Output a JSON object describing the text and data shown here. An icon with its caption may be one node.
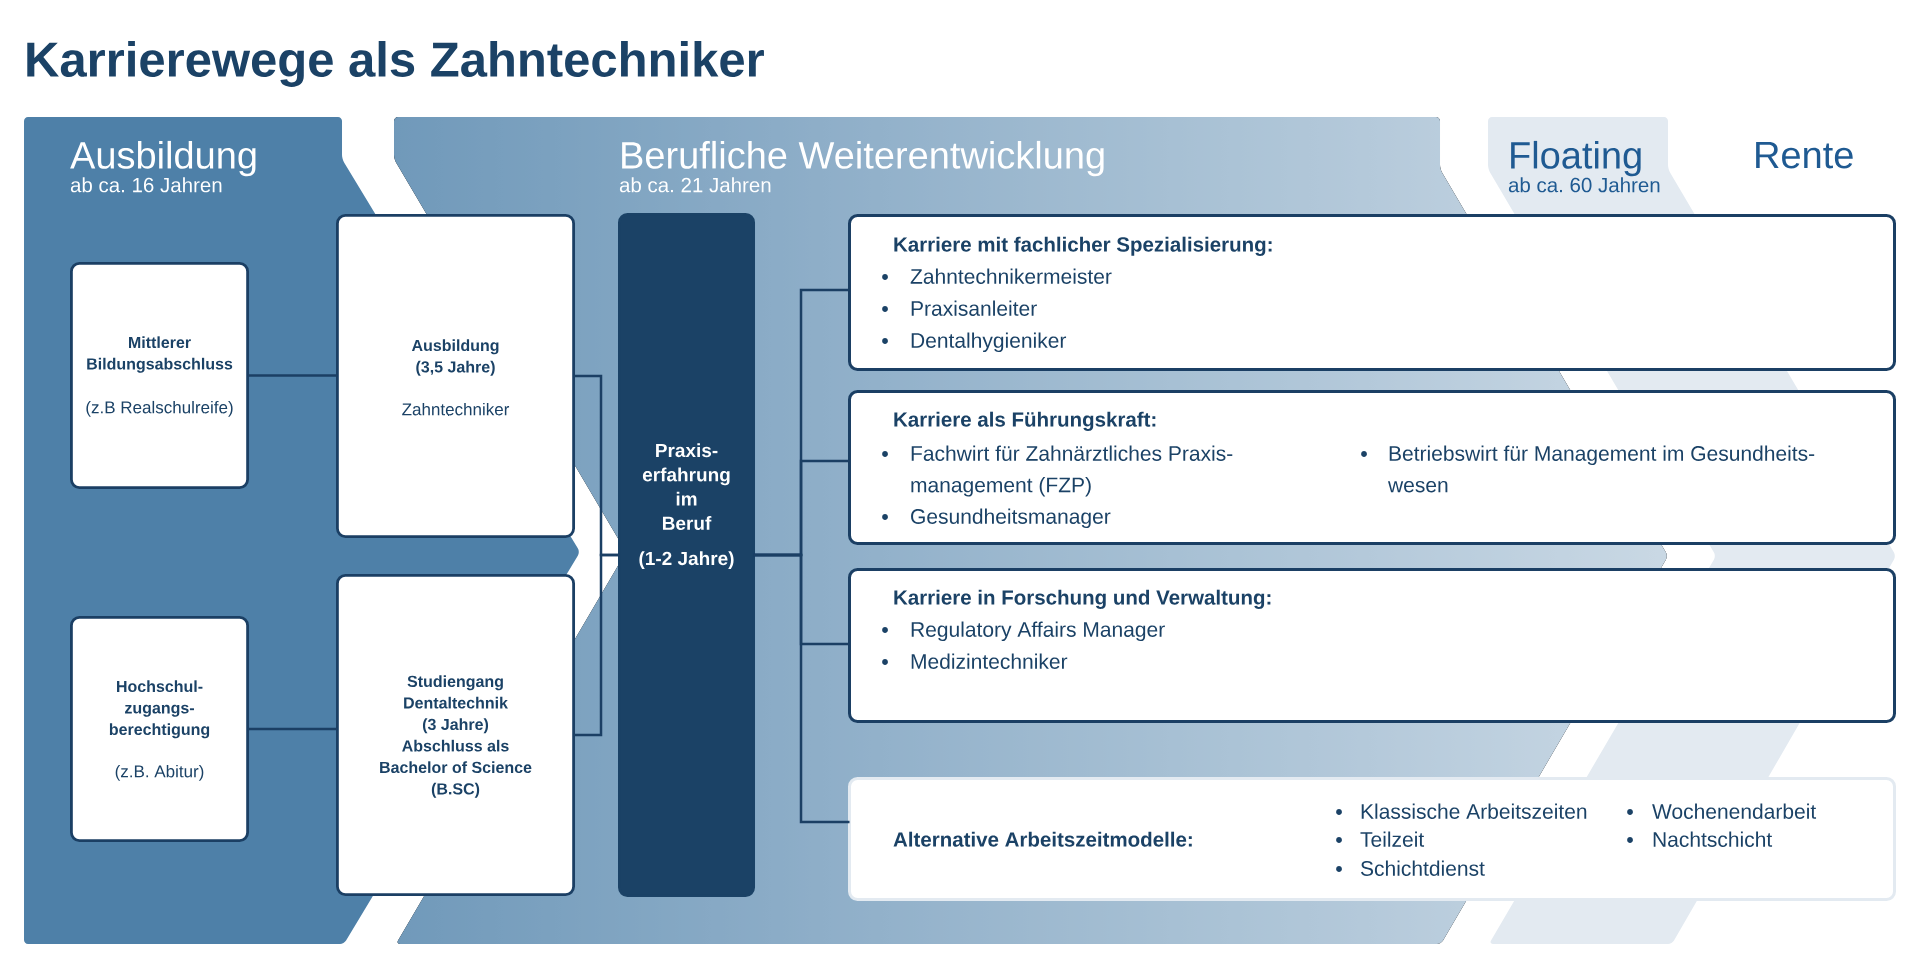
{
  "diagram": {
    "title": "Karrierewege als Zahntechniker",
    "nodes": [
      {
        "text": [
          "Ausbildung",
          "ab ca. 16 Jahren"
        ]
      },
      {
        "text": [
          "Mittlerer Bildungsabschluss",
          "(z.B Realschulreife)"
        ],
        "in": 0
      },
      {
        "text": [
          "Ausbildung (3,5 Jahre)",
          "Zahntechniker"
        ],
        "in": 0
      },
      {
        "text": [
          "Hochschul- zugangs- berechtigung",
          "(z.B. Abitur)"
        ],
        "in": 0
      },
      {
        "text": [
          "Studiengang Dentaltechnik (3 Jahre) Abschluss als Bachelor of Science (B.SC)"
        ],
        "in": 0
      },
      {
        "text": [
          "Berufliche Weiterentwicklung",
          "ab ca. 21 Jahren"
        ]
      },
      {
        "text": [
          "Praxis- erfahrung im Beruf",
          "(1-2 Jahre)"
        ],
        "in": 5
      },
      {
        "text": [
          "Floating",
          "ab ca. 60 Jahren"
        ]
      },
      {
        "text": [
          "Karriere mit fachlicher Spezialisierung:",
          "Zahntechnikermeister",
          "Praxisanleiter",
          "Dentalhygieniker"
        ]
      },
      {
        "text": [
          "Karriere als Führungskraft:",
          "Fachwirt für Zahnärztliches Praxis- management (FZP)",
          "Gesundheitsmanager",
          "Betriebswirt für Management im Gesundheits- wesen"
        ]
      },
      {
        "text": [
          "Karriere in Forschung und Verwaltung:",
          "Regulatory Affairs Manager",
          "Medizintechniker"
        ]
      },
      {
        "text": [
          "Alternative Arbeitszeitmodelle:",
          "Klassische Arbeitszeiten",
          "Teilzeit",
          "Schichtdienst",
          "Wochenendarbeit",
          "Nachtschicht"
        ]
      }
    ],
    "edges": [
      {
        "from": 1,
        "to": 2,
        "arrow": "none"
      },
      {
        "from": 3,
        "to": 4,
        "arrow": "none"
      },
      {
        "from": 2,
        "to": 6,
        "arrow": "none"
      },
      {
        "from": 4,
        "to": 6,
        "arrow": "none"
      },
      {
        "from": 6,
        "to": 8,
        "arrow": "none"
      },
      {
        "from": 6,
        "to": 9,
        "arrow": "none"
      },
      {
        "from": 6,
        "to": 10,
        "arrow": "none"
      },
      {
        "from": 6,
        "to": 11,
        "arrow": "none"
      }
    ],
    "labels": [
      "Rente"
    ]
  }
}
